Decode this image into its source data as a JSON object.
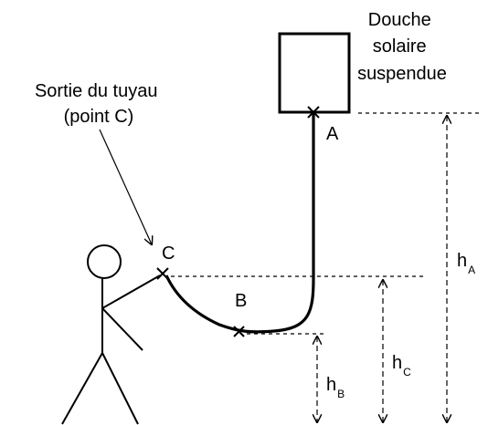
{
  "labels": {
    "shower_title": [
      "Douche",
      "solaire",
      "suspendue"
    ],
    "outlet_title": [
      "Sortie du tuyau",
      "(point C)"
    ],
    "point_a": "A",
    "point_b": "B",
    "point_c": "C",
    "height_a": {
      "main": "h",
      "sub": "A"
    },
    "height_b": {
      "main": "h",
      "sub": "B"
    },
    "height_c": {
      "main": "h",
      "sub": "C"
    }
  }
}
